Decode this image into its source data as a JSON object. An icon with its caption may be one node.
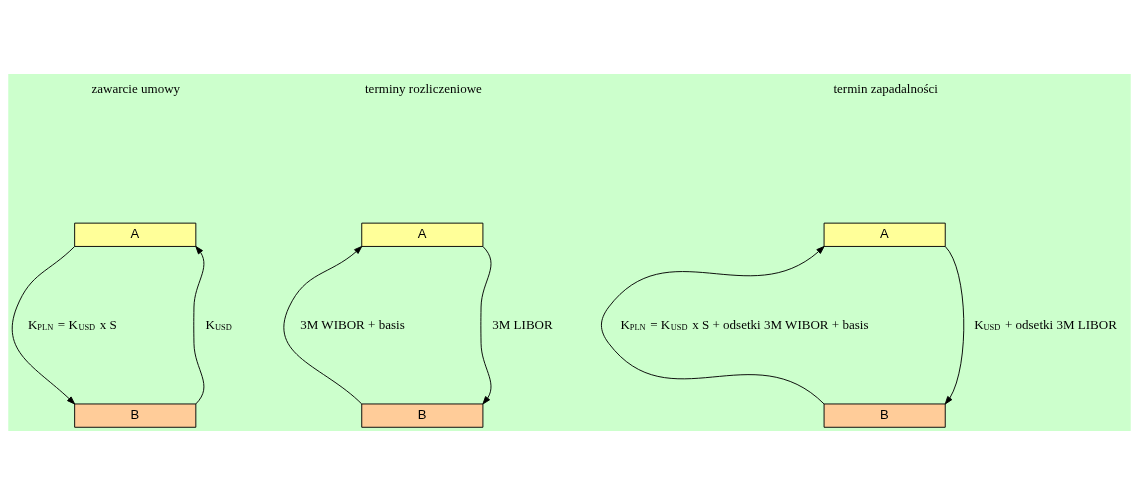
{
  "diagram": {
    "nodes": [
      {
        "text": [
          "A"
        ]
      },
      {
        "text": [
          "B"
        ]
      },
      {
        "text": [
          "A"
        ]
      },
      {
        "text": [
          "B"
        ]
      },
      {
        "text": [
          "A"
        ]
      },
      {
        "text": [
          "B"
        ]
      }
    ],
    "edges": [
      {
        "from": 0,
        "to": 1,
        "arrow": "to",
        "label": "K$_{PLN}$ = K$_{USD}$ x S"
      },
      {
        "from": 1,
        "to": 0,
        "arrow": "to",
        "label": "K$_{USD}$"
      },
      {
        "from": 3,
        "to": 2,
        "arrow": "to",
        "label": "3M WIBOR + basis"
      },
      {
        "from": 2,
        "to": 3,
        "arrow": "to",
        "label": "3M LIBOR"
      },
      {
        "from": 5,
        "to": 4,
        "arrow": "to",
        "label": "K$_{PLN}$ = K$_{USD}$ x S + odsetki 3M WIBOR + basis"
      },
      {
        "from": 4,
        "to": 5,
        "arrow": "to",
        "label": "K$_{USD}$ + odsetki 3M LIBOR"
      }
    ],
    "labels": [
      "zawarcie umowy",
      "terminy rozliczeniowe",
      "termin zapadalności"
    ]
  }
}
